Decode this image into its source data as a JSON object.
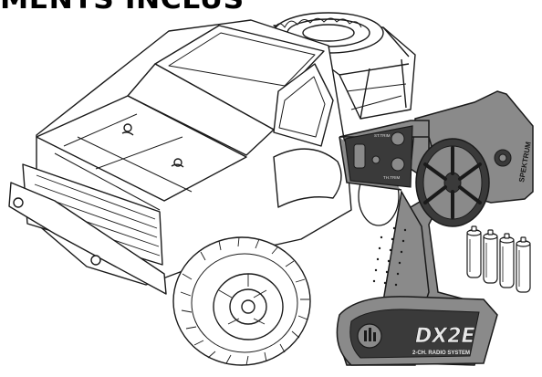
{
  "header": {
    "title": "MENTS INCLUS"
  },
  "transmitter": {
    "brand": "SPEKTRUM",
    "model": "DX2E",
    "subtitle": "2-CH. RADIO SYSTEM",
    "steering_label": "ST.TRIM",
    "throttle_label": "TH.TRIM"
  },
  "colors": {
    "transmitter_body": "#8a8a8a",
    "transmitter_dark": "#3a3a3a",
    "line": "#1a1a1a",
    "fill": "#ffffff"
  },
  "batteries": {
    "count": 4
  }
}
